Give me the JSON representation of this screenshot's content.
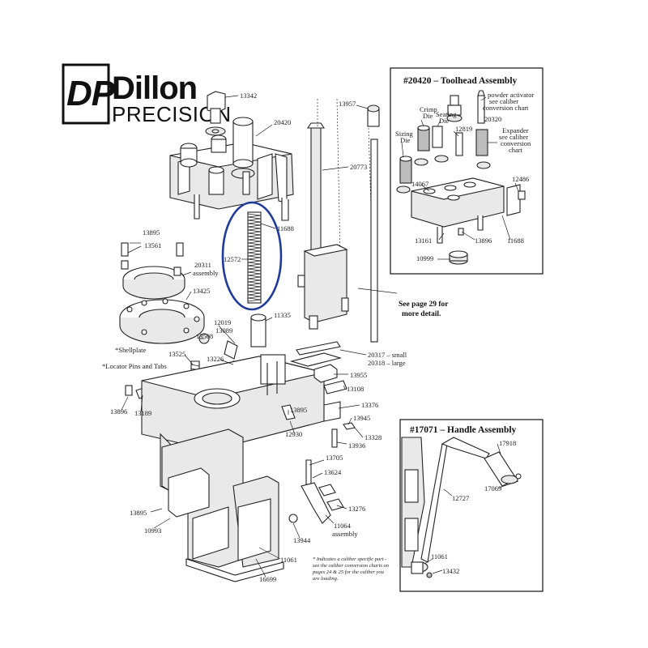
{
  "brand": {
    "monogram": "DP",
    "name_top": "Dillon",
    "name_bottom": "PRECISION"
  },
  "toolhead_inset": {
    "title": "#20420 – Toolhead Assembly",
    "labels": {
      "powder_activator": [
        "powder activator",
        "see caliber",
        "conversion chart"
      ],
      "crimp_die": [
        "Crimp",
        "Die"
      ],
      "sealing_die": [
        "Seating",
        "Die"
      ],
      "sizing_die": [
        "Sizing",
        "Die"
      ],
      "expander": [
        "Expander",
        "see caliber",
        "conversion",
        "chart"
      ],
      "p20320": "20320",
      "p12819": "12819",
      "p14067": "14067",
      "p12486": "12486",
      "p13161": "13161",
      "p13896": "13896",
      "p11688": "11688",
      "p10999": "10999"
    }
  },
  "handle_inset": {
    "title": "#17071 – Handle Assembly",
    "labels": {
      "p17918": "17918",
      "p17069": "17069",
      "p12727": "12727",
      "p11061": "11061",
      "p13432": "13432"
    }
  },
  "see_page": [
    "See page 29 for",
    "more detail."
  ],
  "footnote": [
    "* Indicates a caliber specific part -",
    "see the caliber conversion charts on",
    "pages 24 & 25 for the caliber you",
    "are loading."
  ],
  "callouts": {
    "c13342": "13342",
    "c20420": "20420",
    "c13957": "13957",
    "c20773": "20773",
    "c11688": "11688",
    "c12572": "12572",
    "c13895a": "13895",
    "c13561": "13561",
    "c20311": [
      "20311",
      "assembly"
    ],
    "c13425": "13425",
    "c11335": "11335",
    "c12019": "12019",
    "c13089": "13089",
    "c13508": "13508",
    "c13525": "13525",
    "c13226": "13226",
    "c20317": "20317 – small",
    "c20318": "20318 – large",
    "c13955": "13955",
    "c13108": "13108",
    "c13376": "13376",
    "c13895b": "13895",
    "c13945": "13945",
    "c13328": "13328",
    "c13936": "13936",
    "c12930": "12930",
    "c13896": "13896",
    "c13189": "13189",
    "c13705": "13705",
    "c13624": "13624",
    "c13276": "13276",
    "c11064": [
      "11064",
      "assembly"
    ],
    "c13944": "13944",
    "c13895c": "13895",
    "c10993": "10993",
    "c11061": "11061",
    "c16699": "16699",
    "shellplate": "*Shellplate",
    "locator": "*Locator Pins and Tabs"
  },
  "highlight_color": "#1f3a9a"
}
